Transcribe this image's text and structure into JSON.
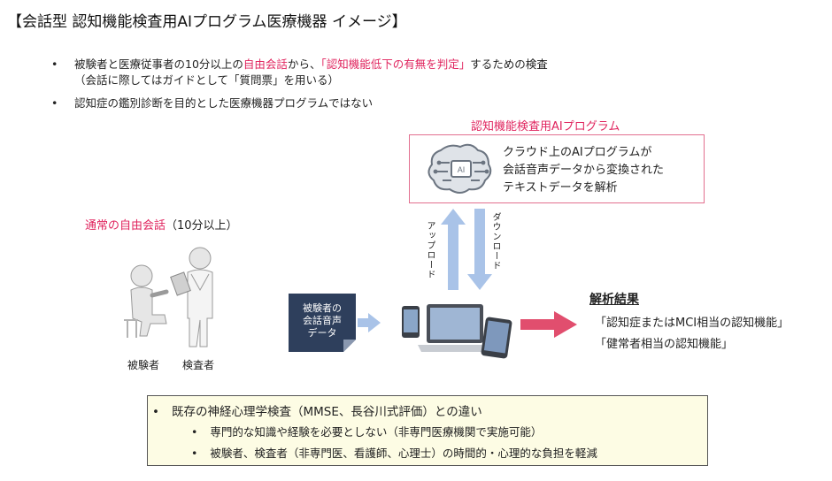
{
  "title": "【会話型 認知機能検査用AIプログラム医療機器 イメージ】",
  "bullets": {
    "b1_pre": "被験者と医療従事者の10分以上の",
    "b1_red1": "自由会話",
    "b1_mid": "から、",
    "b1_red2": "「認知機能低下の有無を判定」",
    "b1_post": "するための検査",
    "b1_line2": "（会話に際してはガイドとして「質問票」を用いる）",
    "b2": "認知症の鑑別診断を目的とした医療機器プログラムではない"
  },
  "ai": {
    "label": "認知機能検査用AIプログラム",
    "line1": "クラウド上のAIプログラムが",
    "line2": "会話音声データから変換された",
    "line3": "テキストデータを解析",
    "chip_text": "AI"
  },
  "arrows": {
    "upload": "アップロード",
    "download": "ダウンロード"
  },
  "conversation": {
    "label_red": "通常の自由会話",
    "label_paren": "（10分以上）"
  },
  "people": {
    "subject": "被験者",
    "examiner": "検査者"
  },
  "doc": {
    "line1": "被験者の",
    "line2": "会話音声",
    "line3": "データ"
  },
  "result": {
    "title": "解析結果",
    "item1": "「認知症またはMCI相当の認知機能」",
    "item2": "「健常者相当の認知機能」"
  },
  "note": {
    "heading": "既存の神経心理学検査（MMSE、長谷川式評価）との違い",
    "sub1": "専門的な知識や経験を必要としない（非専門医療機関で実施可能）",
    "sub2": "被験者、検査者（非専門医、看護師、心理士）の時間的・心理的な負担を軽減"
  },
  "bullet_char": "•",
  "colors": {
    "accent_red": "#e0245e",
    "arrow_blue": "#a9c3e8",
    "arrow_red": "#e14e6e",
    "doc_navy": "#2e3f5c",
    "note_bg": "#fdfce4"
  }
}
